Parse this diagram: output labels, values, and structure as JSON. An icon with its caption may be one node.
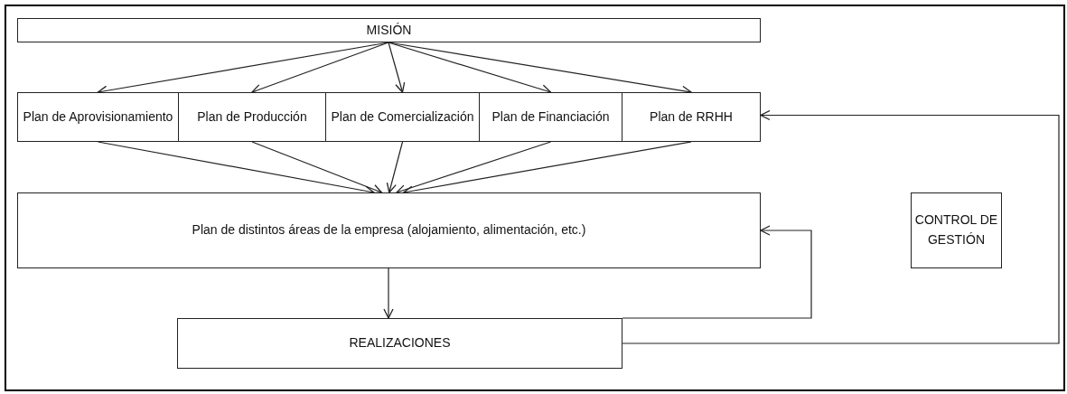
{
  "diagram": {
    "nodes": [
      {
        "text": [
          "MISIÓN"
        ]
      },
      {
        "text": [
          "Plan de Aprovisionamiento"
        ]
      },
      {
        "text": [
          "Plan de Producción"
        ]
      },
      {
        "text": [
          "Plan de Comercialización"
        ]
      },
      {
        "text": [
          "Plan de Financiación"
        ]
      },
      {
        "text": [
          "Plan de RRHH"
        ]
      },
      {
        "text": [
          "Plan de distintos áreas de la empresa (alojamiento, alimentación, etc.)"
        ]
      },
      {
        "text": [
          "REALIZACIONES"
        ]
      },
      {
        "text": [
          "CONTROL DE GESTIÓN"
        ]
      }
    ],
    "edges": [
      {
        "from": 0,
        "to": 1,
        "arrow": "to"
      },
      {
        "from": 0,
        "to": 2,
        "arrow": "to"
      },
      {
        "from": 0,
        "to": 3,
        "arrow": "to"
      },
      {
        "from": 0,
        "to": 4,
        "arrow": "to"
      },
      {
        "from": 0,
        "to": 5,
        "arrow": "to"
      },
      {
        "from": 1,
        "to": 6,
        "arrow": "to"
      },
      {
        "from": 2,
        "to": 6,
        "arrow": "to"
      },
      {
        "from": 3,
        "to": 6,
        "arrow": "to"
      },
      {
        "from": 4,
        "to": 6,
        "arrow": "to"
      },
      {
        "from": 5,
        "to": 6,
        "arrow": "to"
      },
      {
        "from": 6,
        "to": 7,
        "arrow": "to"
      },
      {
        "from": 7,
        "to": 6,
        "arrow": "to"
      },
      {
        "from": 7,
        "to": 5,
        "arrow": "to"
      }
    ]
  }
}
